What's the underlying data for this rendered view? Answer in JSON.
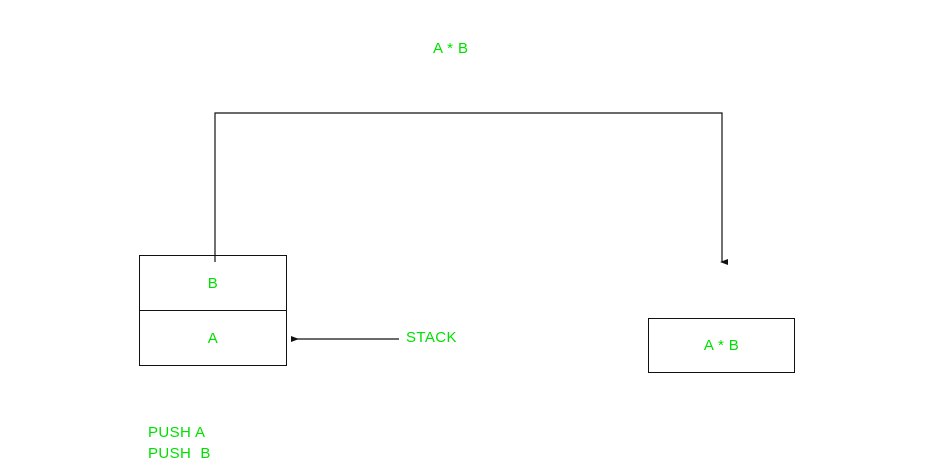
{
  "diagram": {
    "title": "A * B",
    "stack": {
      "label": "STACK",
      "cells": [
        {
          "name": "top",
          "text": "B"
        },
        {
          "name": "bottom",
          "text": "A"
        }
      ]
    },
    "result": {
      "text": "A * B"
    },
    "instructions": "PUSH A\nPUSH  B",
    "instruction_lines": [
      "PUSH A",
      "PUSH  B"
    ],
    "colors": {
      "text_green": "#00e000",
      "stroke_black": "#111111",
      "background": "#ffffff"
    },
    "connectors": [
      {
        "name": "stack-to-result",
        "from": "stack-top",
        "to": "result-box",
        "arrowhead": "down"
      },
      {
        "name": "stack-label-pointer",
        "from": "stack-label",
        "to": "stack-box",
        "arrowhead": "left"
      }
    ]
  }
}
